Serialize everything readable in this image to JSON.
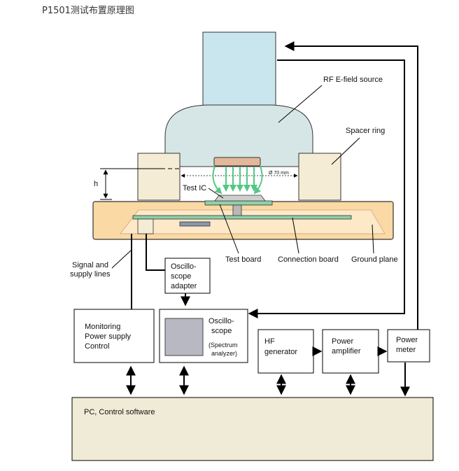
{
  "page_title": "P1501测试布置原理图",
  "labels": {
    "rf_source": "RF E-field source",
    "spacer_ring": "Spacer ring",
    "h": "h",
    "diameter": "Ø 70 mm",
    "test_ic": "Test IC",
    "signal_lines": [
      "Signal and",
      "supply lines"
    ],
    "test_board": "Test board",
    "connection_board": "Connection board",
    "ground_plane": "Ground plane",
    "osc_adapter": [
      "Oscillo-",
      "scope",
      "adapter"
    ]
  },
  "boxes": {
    "monitoring": [
      "Monitoring",
      "Power supply",
      "Control"
    ],
    "oscilloscope": [
      "Oscillo-",
      "scope"
    ],
    "oscilloscope_sub": [
      "(Spectrum",
      "analyzer)"
    ],
    "hf_generator": [
      "HF",
      "generator"
    ],
    "power_amplifier": [
      "Power",
      "amplifier"
    ],
    "power_meter": [
      "Power",
      "meter"
    ],
    "pc": "PC, Control software"
  },
  "colors": {
    "tube": "#c9e6ee",
    "source": "#d6e6e6",
    "spacer": "#f4ecd4",
    "ground": "#fbd9a4",
    "inner": "#fde8c8",
    "board": "#8fd0a8",
    "field": "#52c882",
    "pc": "#f0ebd6",
    "screen": "#b8b8c2"
  }
}
